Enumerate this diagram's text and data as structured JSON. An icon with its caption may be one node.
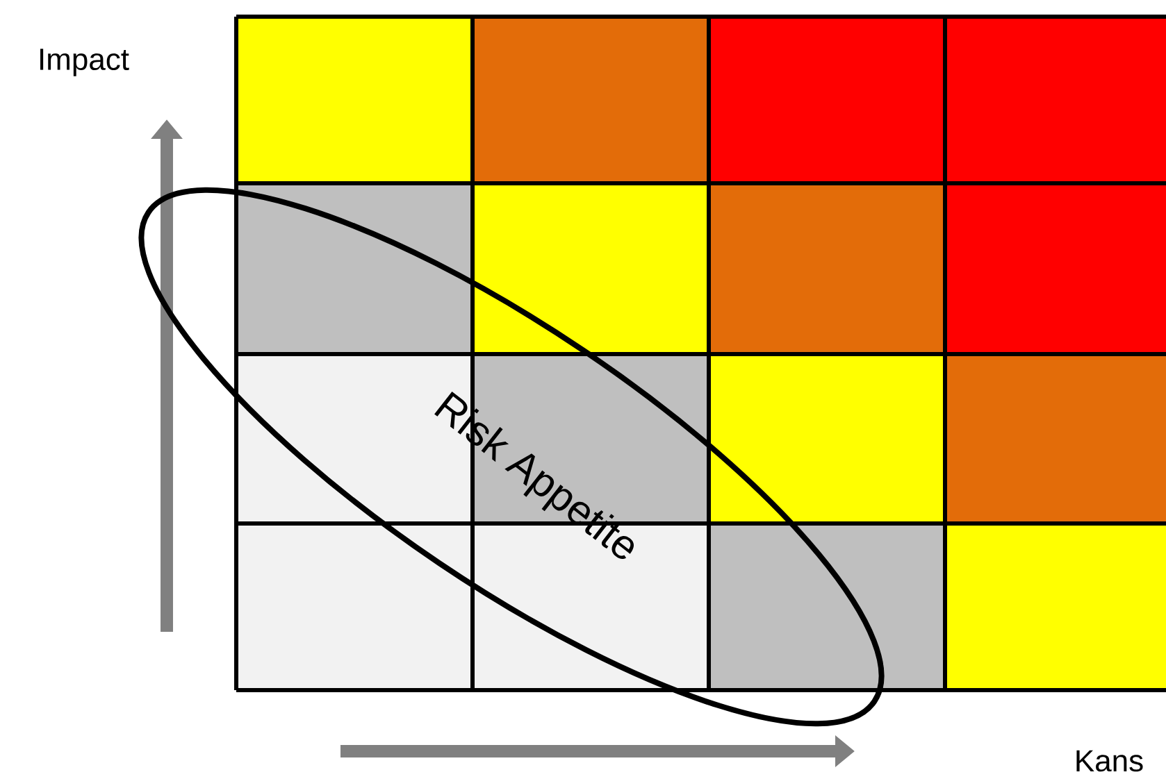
{
  "diagram": {
    "nodes": [
      {
        "text": [
          "Risk Appetite"
        ]
      }
    ],
    "labels": [
      "Impact",
      "Kans"
    ]
  }
}
